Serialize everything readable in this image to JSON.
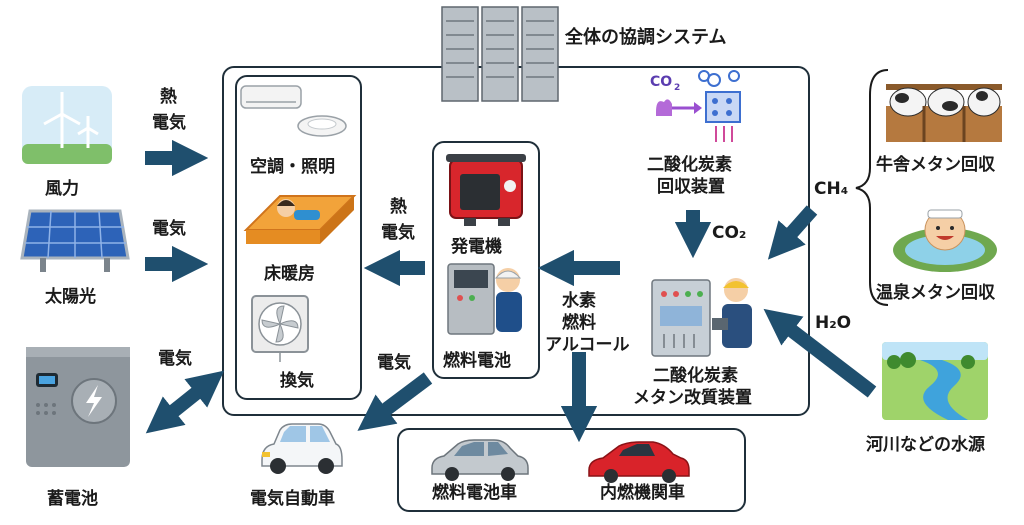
{
  "colors": {
    "arrow": "#1f4f6e",
    "frame": "#1f2f3a"
  },
  "labels": {
    "wind": "風力",
    "solar": "太陽光",
    "battery": "蓄電池",
    "coordination_system": "全体の協調システム",
    "ac_light": "空調・照明",
    "floor_heating": "床暖房",
    "ventilation": "換気",
    "generator": "発電機",
    "fuel_cell": "燃料電池",
    "co2_capture": [
      "二酸化炭素",
      "回収装置"
    ],
    "reformer": [
      "二酸化炭素",
      "メタン改質装置"
    ],
    "barn_methane": "牛舎メタン回収",
    "hotspring_methane": "温泉メタン回収",
    "water_source": "河川などの水源",
    "ev": "電気自動車",
    "fcv": "燃料電池車",
    "ice_car": "内燃機関車"
  },
  "flows": {
    "wind_in": [
      "熱",
      "電気"
    ],
    "solar_in": "電気",
    "battery_io": "電気",
    "to_heating": [
      "熱",
      "電気"
    ],
    "to_ev": "電気",
    "co2_down": "CO₂",
    "ch4_in": "CH₄",
    "h2o_in": "H₂O",
    "fuels": [
      "水素",
      "燃料",
      "アルコール"
    ]
  },
  "icons": [
    "wind-turbine-icon",
    "solar-panel-icon",
    "battery-icon",
    "server-icon",
    "air-conditioner-icon",
    "ceiling-light-icon",
    "floor-heating-icon",
    "ventilation-fan-icon",
    "generator-icon",
    "fuel-cell-icon",
    "co2-capture-icon",
    "reformer-icon",
    "cow-barn-icon",
    "hot-spring-icon",
    "river-icon",
    "ev-car-icon",
    "fcv-car-icon",
    "sports-car-icon"
  ]
}
